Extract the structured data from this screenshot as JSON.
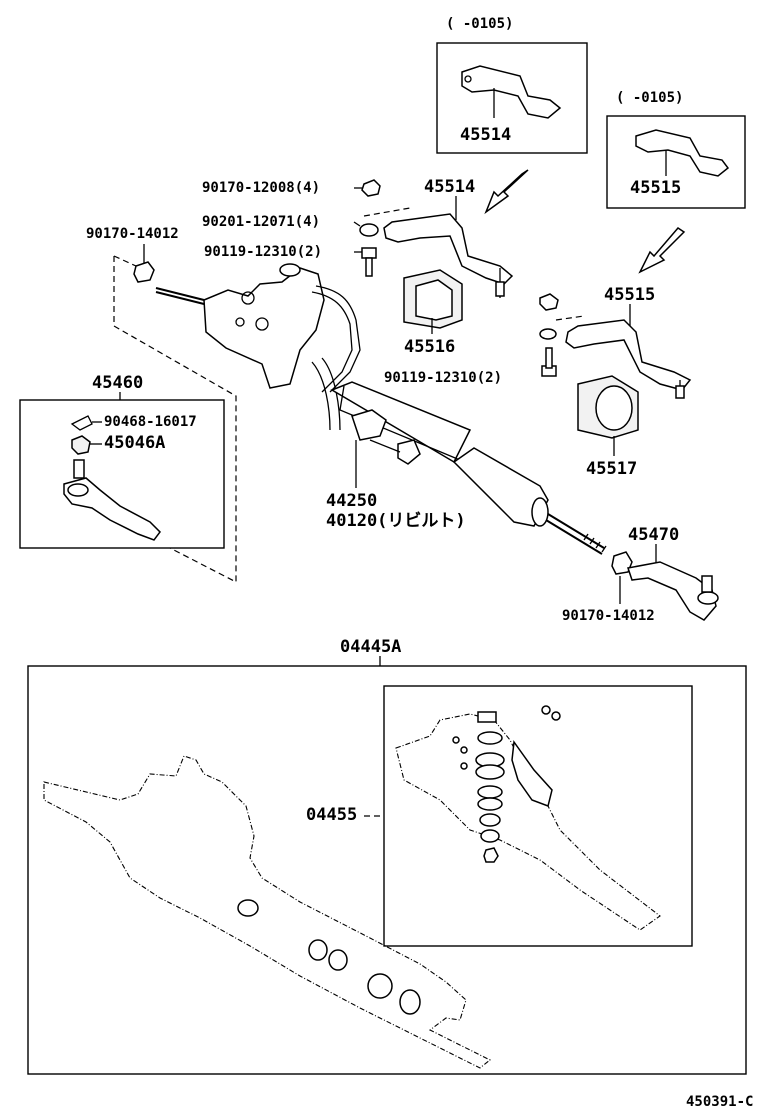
{
  "labels": {
    "lbl_0105_a": "(      -0105)",
    "lbl_0105_b": "(      -0105)",
    "p45514_box": "45514",
    "p45515_box": "45515",
    "p45514": "45514",
    "p45515": "45515",
    "p90170_12008": "90170-12008(4)",
    "p90201_12071": "90201-12071(4)",
    "p90119_12310_a": "90119-12310(2)",
    "p90170_14012_a": "90170-14012",
    "p45516": "45516",
    "p90119_12310_b": "90119-12310(2)",
    "p45460": "45460",
    "p90468_16017": "90468-16017",
    "p45046A": "45046A",
    "p45517": "45517",
    "p44250": "44250",
    "p40120": "40120(リビルト)",
    "p45470": "45470",
    "p90170_14012_b": "90170-14012",
    "p04445A": "04445A",
    "p04455": "04455",
    "ref": "450391-C"
  }
}
